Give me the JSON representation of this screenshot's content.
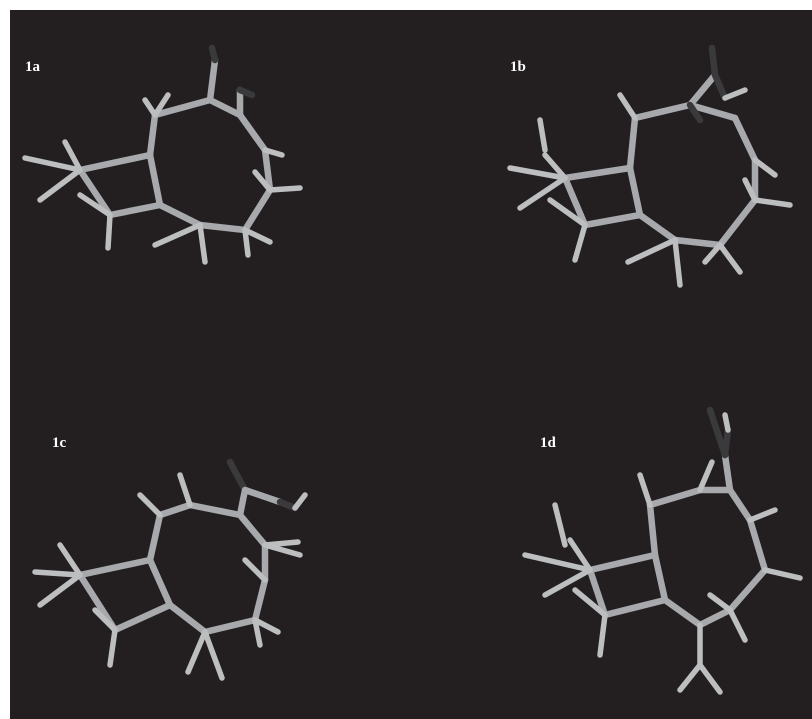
{
  "labels": {
    "a": "1a",
    "b": "1b",
    "c": "1c",
    "d": "1d"
  },
  "colors": {
    "background": "#231f20",
    "carbon_bond": "#a7a9ac",
    "hydrogen_bond": "#bcbec0",
    "oxygen_bond": "#3a3a3c",
    "label_text": "#ffffff"
  }
}
